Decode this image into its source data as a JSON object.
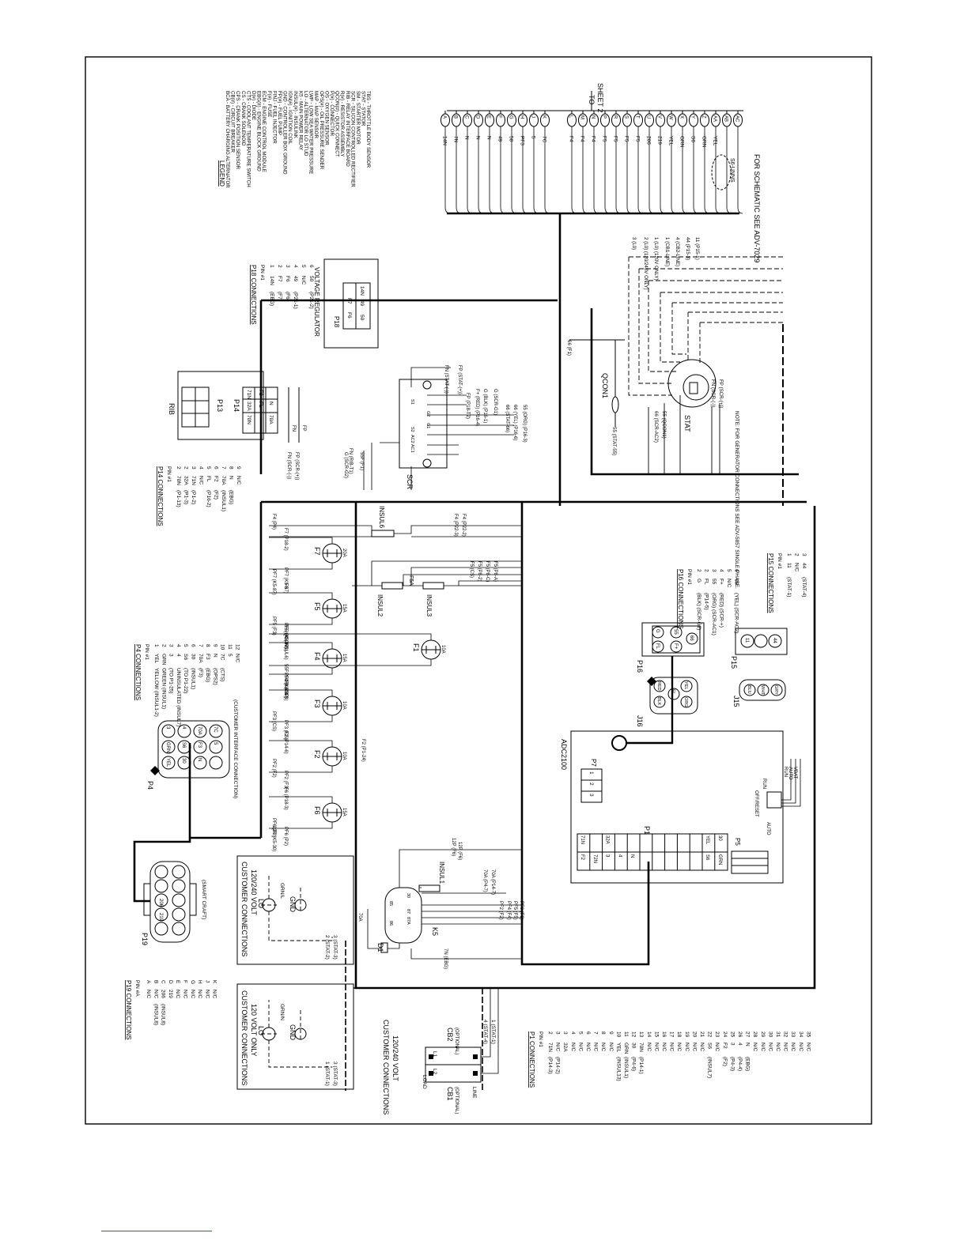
{
  "sheet_ref": {
    "to": "TO",
    "sheet": "SHEET 2"
  },
  "schematic_note": "FOR SCHEMATIC SEE ADV-7029",
  "legend": {
    "title": "LEGEND",
    "items": [
      "BCA - BATTERY CHARGING ALTERNATOR",
      "CB(#) - CIRCUIT BREAKER",
      "CPS - CRANK POSITION SENSOR",
      "CS - CRANK SOLENOID",
      "CTS - COOLANT TEMPERATURE SWITCH",
      "D(#) - DIODE",
      "EBG(#) - ENGINE BLOCK GROUND",
      "ECM - ENGINE CONTROL MODULE",
      "F(#) - FUSE",
      "FINJ - FUEL INJECTOR",
      "FP(#) - FUEL PUMP",
      "GND - CONTROLLER BOX GROUND",
      "IGN(#) - IGNITION COIL",
      "INSUL(#) - INSULINK",
      "K5 - MAIN POWER RELAY",
      "LO - ALTERNATOR LO STUD",
      "LWP - LOW SEA WATER PRESSURE",
      "MAP - MAP SENSOR",
      "OPS(#) - OIL PRESSURE SENDER",
      "OS - OXYGEN SENSOR",
      "P(#) - CONNECTOR",
      "QCON(#) - QUICK CONNECT",
      "R(#) - RESISTOR ASSEMBLY",
      "RIB - RELAY INTERFACE BOARD",
      "SCR - SILICON CONTROLLED RECTIFIER",
      "SM - STARTER MOTOR",
      "STAT - STATOR",
      "TBS - THROTTLE BODY SENSOR"
    ]
  },
  "harness": {
    "pins": [
      "A",
      "B",
      "C",
      "D",
      "E",
      "F",
      "G",
      "H",
      "J",
      "K",
      "L",
      "M",
      "N",
      "P",
      "R",
      "S",
      "T",
      "U",
      "V",
      "W",
      "X",
      "Y",
      "Z",
      "AA",
      "AB",
      "AC"
    ],
    "wires": [
      "14N",
      "7N",
      "N",
      "N",
      "N",
      "49",
      "50",
      "PF3",
      "5",
      "7C",
      "F4",
      "F4",
      "F4",
      "F5",
      "F5",
      "F5",
      "F5",
      "206",
      "219",
      "YEL",
      "GRN",
      "S6",
      "GRN",
      "YEL",
      "",
      ""
    ],
    "cable": "S6-UNNS"
  },
  "p18": {
    "title": "P18 CONNECTIONS",
    "pin_header": "PIN #1",
    "rows": [
      [
        "1",
        "14N",
        "(EBG)"
      ],
      [
        "2",
        "F7",
        "(F7)"
      ],
      [
        "3",
        "F6",
        "(F6)"
      ],
      [
        "4",
        "49",
        "(P21-1)"
      ],
      [
        "5",
        "N/C",
        ""
      ],
      [
        "6",
        "50",
        "(P21-2)"
      ]
    ],
    "device": "VOLTAGE REGULATOR",
    "conn": "P18",
    "cells": [
      "14N",
      "F7",
      "F6",
      "49",
      "50"
    ]
  },
  "rib": {
    "label": "RIB",
    "p13": "P13",
    "p14": "P14",
    "cells": [
      "71N",
      "32A",
      "70N",
      "F2",
      "FL",
      "N",
      "70A"
    ],
    "fn_lbl": "FN",
    "fp_lbl": "FP"
  },
  "p14": {
    "title": "P14 CONNECTIONS",
    "pin_header": "PIN #1",
    "rows": [
      [
        "2",
        "70N",
        "(P1-13)"
      ],
      [
        "2",
        "32A",
        "(P1-3)"
      ],
      [
        "3",
        "71N",
        "(P1-2)"
      ],
      [
        "4",
        "N/C",
        ""
      ],
      [
        "5",
        "FL",
        "(P16-2)"
      ],
      [
        "6",
        "F2",
        "(F2)"
      ],
      [
        "7",
        "70A",
        "(INSUL1)"
      ],
      [
        "8",
        "N",
        "(EBG)"
      ],
      [
        "9",
        "N/C",
        ""
      ]
    ]
  },
  "scr": {
    "label": "SCR",
    "terms": [
      "AC1",
      "AC2",
      "G1",
      "G2",
      "S1",
      "S2"
    ],
    "wires": [
      "FN (STAT-(-))",
      "FP (STAT-(+))",
      "FP (P18-T2)",
      "F+ (RED) (P16-4)",
      "G (BLK) (P16-1)",
      "G (SCR-G1)",
      "66 (STAT-66)",
      "66 (YEL) (P16-6)",
      "55 (ORG) (P16-3)",
      "FN (RIB-T1)",
      "G (SCR-G2)",
      "55F (F1)",
      "FN (SCR-(-))",
      "FP (SCR-(+))"
    ]
  },
  "stat": {
    "label": "STAT",
    "qcon": "QCON1",
    "wires": [
      "3 (L0)",
      "2 (L0) (120/240V ONLY)",
      "1 (L0) (120V ONLY)",
      "1 (CB1-LINE)",
      "4 (CB2-LINE)",
      "44 (P15-3)",
      "11 (P15-1)",
      "FN (SCR-(-))",
      "FP (SCR-(+))",
      "55 (STAT-55)",
      "66 (SCR-AC2)",
      "55 (QCON1)",
      "66 (F1)"
    ],
    "note": "NOTE: FOR GENERATOR CONNECTIONS SEE ADV-5857 SINGLE PHASE."
  },
  "insul": {
    "insul6": "INSUL6",
    "insul2": "INSUL2",
    "insul3": "INSUL3",
    "insul1": "INSUL1",
    "f5a": "F5A"
  },
  "fuses": [
    {
      "name": "F7",
      "rating": "20A",
      "in": "PF7 (K5-87)",
      "out": "F7 (P18-2)"
    },
    {
      "name": "F5",
      "rating": "15A",
      "in": "PF5 (K5-87)",
      "out": "F5"
    },
    {
      "name": "F4",
      "rating": "15A",
      "in": "PF4 (K5-87)",
      "out": "F4 (INSUL6)"
    },
    {
      "name": "F3",
      "rating": "10A",
      "in": "PF3 (CS)",
      "out": "F3 (P4-8)"
    },
    {
      "name": "F2",
      "rating": "10A",
      "in": "PF2 (F3)",
      "out": "F2 (P14-6)"
    },
    {
      "name": "F6",
      "rating": "15A",
      "in": "PF6 (P2)",
      "out": "F6 (P18-3)"
    },
    {
      "name": "F1",
      "rating": "10A",
      "in": "55F (SCR-AC1)",
      "out": "55 (QCON1)"
    }
  ],
  "fuse_wires": [
    "F4 (P4)",
    "F4 (P22-3)",
    "F4 (P22-2)",
    "PF7 (K5-87)",
    "F5 (CS)",
    "F5 (P8-2)",
    "F5 (P8-C)",
    "F5 (P8-A)",
    "PF3 (CS)",
    "PF2 (F2)",
    "F2 (P1-24)",
    "PF5 (F3)",
    "PF6 (P2)",
    "12P (K5-30)",
    "12P (F6)"
  ],
  "p16": {
    "title": "P16 CONNECTIONS",
    "pin_header": "PIN #1",
    "rows": [
      [
        "2",
        "G",
        "(BLK) (SCR-G2)"
      ],
      [
        "2",
        "FL",
        "(P14-5)"
      ],
      [
        "3",
        "55",
        "(ORG) (SCR-AC1)"
      ],
      [
        "4",
        "F+",
        "(RED) (SCR-+)"
      ],
      [
        "5",
        "N/C",
        ""
      ],
      [
        "6",
        "66",
        "(YEL) (SCR-AC2)"
      ]
    ],
    "conn": "P16",
    "cells": [
      "G",
      "FL",
      "55",
      "F+",
      "66"
    ]
  },
  "j16": {
    "conn": "J16",
    "cells": [
      "RED",
      "BLK",
      "FL",
      "YEL",
      "ORG"
    ]
  },
  "p15": {
    "title": "P15 CONNECTIONS",
    "pin_header": "PIN #1",
    "rows": [
      [
        "1",
        "11",
        "(STAT-1)"
      ],
      [
        "2",
        "N/C",
        ""
      ],
      [
        "3",
        "44",
        "(STAT-4)"
      ]
    ],
    "conn": "P15",
    "cells": [
      "11",
      "44"
    ]
  },
  "j15": {
    "conn": "J15",
    "cells": [
      "BLU",
      "WHT",
      "GRY"
    ]
  },
  "p4": {
    "title": "P4 CONNECTIONS",
    "pin_header": "PIN #1",
    "rows": [
      [
        "1",
        "YEL",
        "YELLOW (INSUL1-2)"
      ],
      [
        "2",
        "GRN",
        "GREEN (INSUL1)"
      ],
      [
        "3",
        "3",
        "(TO P1-25)"
      ],
      [
        "4",
        "4",
        "UNINSULATED (INSUL7)"
      ],
      [
        "5",
        "S6",
        "(TO P1-22)"
      ],
      [
        "6",
        "30",
        "(INSUL1)"
      ],
      [
        "7",
        "70A",
        "(F3)"
      ],
      [
        "8",
        "F3",
        "(EBG)"
      ],
      [
        "9",
        "N",
        "(OPS2)"
      ],
      [
        "10",
        "7C",
        "(CTS)"
      ],
      [
        "11",
        "5",
        ""
      ],
      [
        "12",
        "N/C",
        ""
      ]
    ],
    "conn": "P4",
    "cells": [
      "3",
      "GRN",
      "YEL",
      "4",
      "S6",
      "30",
      "70A",
      "F3",
      "N",
      "7C",
      "5",
      ""
    ],
    "caption": "(CUSTOMER INTERFACE CONNECTION)"
  },
  "adc": {
    "label": "ADC2100",
    "p7": "P7",
    "p7_cells": [
      "1",
      "2",
      "3"
    ],
    "p1": "P1",
    "p5": "P5",
    "p1_top": [
      "71N",
      "",
      "32A",
      "",
      "",
      "",
      "",
      "",
      "",
      "",
      "YEL",
      "30"
    ],
    "p1_bot": [
      "F2",
      "72N",
      "3",
      "4",
      "N",
      "",
      "",
      "",
      "",
      "",
      "S6",
      "GRN"
    ],
    "switch": [
      "OFF/RESET",
      "RUN",
      "AUTO"
    ],
    "switch_wires": [
      "RUN",
      "AUTO",
      "VBAT"
    ]
  },
  "k5": {
    "label": "K5",
    "d1": "D1",
    "pins": [
      "30",
      "85",
      "86",
      "87",
      "87A"
    ],
    "wires": [
      "70A",
      "70A (P4-7)",
      "70A (P14-7)",
      "PF2 (F2)",
      "PF4 (F4)",
      "PF5 (F5)",
      "PF6 (F6)",
      "7N (EBG)",
      "12P (F6)"
    ]
  },
  "p19": {
    "title": "P19 CONNECTIONS",
    "pin_header": "PIN #A",
    "rows": [
      [
        "A",
        "N/C",
        ""
      ],
      [
        "B",
        "N/C",
        "(INSUL8)"
      ],
      [
        "C",
        "206",
        "(INSUL8)"
      ],
      [
        "D",
        "219",
        ""
      ],
      [
        "E",
        "N/C",
        ""
      ],
      [
        "F",
        "N/C",
        ""
      ],
      [
        "G",
        "N/C",
        ""
      ],
      [
        "H",
        "N/C",
        ""
      ],
      [
        "J",
        "N/C",
        ""
      ],
      [
        "K",
        "N/C",
        ""
      ]
    ],
    "conn": "P19",
    "cells": [
      "219",
      "206"
    ],
    "caption": "(SMART CRAFT)"
  },
  "cust_240": {
    "title": "CUSTOMER CONNECTIONS",
    "sub": "120/240 VOLT",
    "lo": "LO",
    "gnd": "GND",
    "grnl": "GRN/L",
    "wires": [
      "2 (STAT-2)",
      "3 (STAT-3)"
    ]
  },
  "cust_120": {
    "title": "CUSTOMER CONNECTIONS",
    "sub": "120 VOLT ONLY",
    "lo": "LO",
    "gnd": "GND",
    "grnl": "GRN/N",
    "wires": [
      "1 (STAT-1)",
      "3 (STAT-3)"
    ]
  },
  "cb": {
    "title": "CUSTOMER CONNECTIONS",
    "sub": "120/240 VOLT",
    "cb1": "CB1",
    "cb1_opt": "(OPTIONAL)",
    "cb2": "CB2",
    "cb2_opt": "(OPTIONAL)",
    "load": "LOAD",
    "line": "LINE",
    "l1": "L1",
    "l2": "L2",
    "wires": [
      "4 (STAT-4)",
      "1 (STAT-1)"
    ]
  },
  "p1": {
    "title": "P1 CONNECTIONS",
    "pin_header": "PIN #1",
    "rows": [
      [
        "2",
        "71N",
        "(P14-3)"
      ],
      [
        "3",
        "N/C",
        "(P14-2)"
      ],
      [
        "3",
        "32A",
        ""
      ],
      [
        "4",
        "N/C",
        ""
      ],
      [
        "5",
        "N/C",
        ""
      ],
      [
        "6",
        "N/C",
        ""
      ],
      [
        "7",
        "N/C",
        ""
      ],
      [
        "8",
        "N/C",
        ""
      ],
      [
        "9",
        "N/C",
        ""
      ],
      [
        "10",
        "YEL",
        "(INSUL13)"
      ],
      [
        "11",
        "GRN",
        "(INSUL1)"
      ],
      [
        "12",
        "30",
        "(P4-6)"
      ],
      [
        "13",
        "70N",
        "(P14-1)"
      ],
      [
        "14",
        "N/C",
        ""
      ],
      [
        "15",
        "N/C",
        ""
      ],
      [
        "16",
        "N/C",
        ""
      ],
      [
        "17",
        "N/C",
        ""
      ],
      [
        "18",
        "N/C",
        ""
      ],
      [
        "19",
        "N/C",
        ""
      ],
      [
        "20",
        "N/C",
        ""
      ],
      [
        "21",
        "N/C",
        ""
      ],
      [
        "22",
        "S6",
        "(INSUL7)"
      ],
      [
        "23",
        "N/C",
        ""
      ],
      [
        "24",
        "F2",
        "(F2)"
      ],
      [
        "25",
        "3",
        "(P4-3)"
      ],
      [
        "26",
        "4",
        "(P4-4)"
      ],
      [
        "27",
        "N",
        "(EBG)"
      ],
      [
        "28",
        "N/C",
        ""
      ],
      [
        "29",
        "N/C",
        ""
      ],
      [
        "30",
        "N/C",
        ""
      ],
      [
        "31",
        "N/C",
        ""
      ],
      [
        "32",
        "N/C",
        ""
      ],
      [
        "33",
        "N/C",
        ""
      ],
      [
        "34",
        "N/C",
        ""
      ],
      [
        "35",
        "N/C",
        ""
      ]
    ]
  }
}
